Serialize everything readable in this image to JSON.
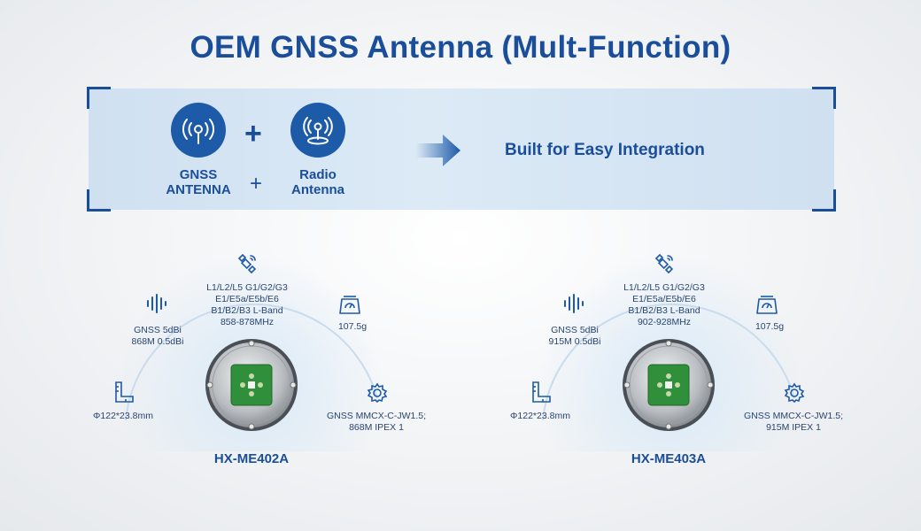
{
  "title": "OEM GNSS Antenna (Mult-Function)",
  "banner": {
    "gnss_label_1": "GNSS",
    "gnss_label_2": "ANTENNA",
    "radio_label_1": "Radio",
    "radio_label_2": "Antenna",
    "plus_symbol": "+",
    "tagline": "Built for Easy Integration"
  },
  "products": [
    {
      "model": "HX-ME402A",
      "bands": [
        "L1/L2/L5  G1/G2/G3",
        "E1/E5a/E5b/E6",
        "B1/B2/B3 L-Band",
        "858-878MHz"
      ],
      "gain": [
        "GNSS 5dBi",
        "868M 0.5dBi"
      ],
      "weight": "107.5g",
      "size": "Φ122*23.8mm",
      "connector": [
        "GNSS MMCX-C-JW1.5;",
        "868M IPEX 1"
      ]
    },
    {
      "model": "HX-ME403A",
      "bands": [
        "L1/L2/L5  G1/G2/G3",
        "E1/E5a/E5b/E6",
        "B1/B2/B3 L-Band",
        "902-928MHz"
      ],
      "gain": [
        "GNSS 5dBi",
        "915M 0.5dBi"
      ],
      "weight": "107.5g",
      "size": "Φ122*23.8mm",
      "connector": [
        "GNSS MMCX-C-JW1.5;",
        "915M IPEX 1"
      ]
    }
  ],
  "colors": {
    "brand": "#1b4e9a",
    "icon_bg": "#1d5aa8",
    "pcb": "#2f8f3a"
  }
}
